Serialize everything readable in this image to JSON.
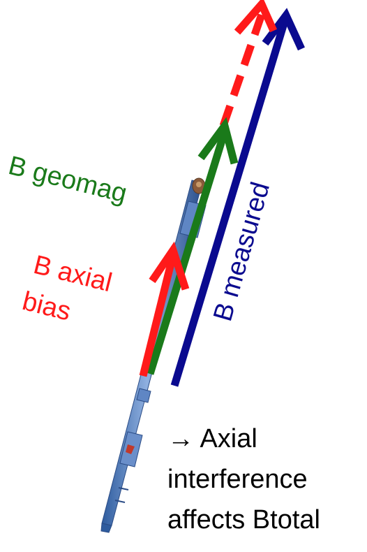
{
  "labels": {
    "b_geomag": "B geomag",
    "b_axial_line1": "B axial",
    "b_axial_line2": "bias",
    "b_measured": "B measured",
    "note_line1": "→ Axial",
    "note_line2": "interference",
    "note_line3": "affects Btotal"
  },
  "colors": {
    "geomag": "#1a7a1a",
    "axial_bias": "#ff1a1a",
    "measured": "#0a0a8f",
    "tool_body": "#4a73b4",
    "text": "#000000"
  }
}
